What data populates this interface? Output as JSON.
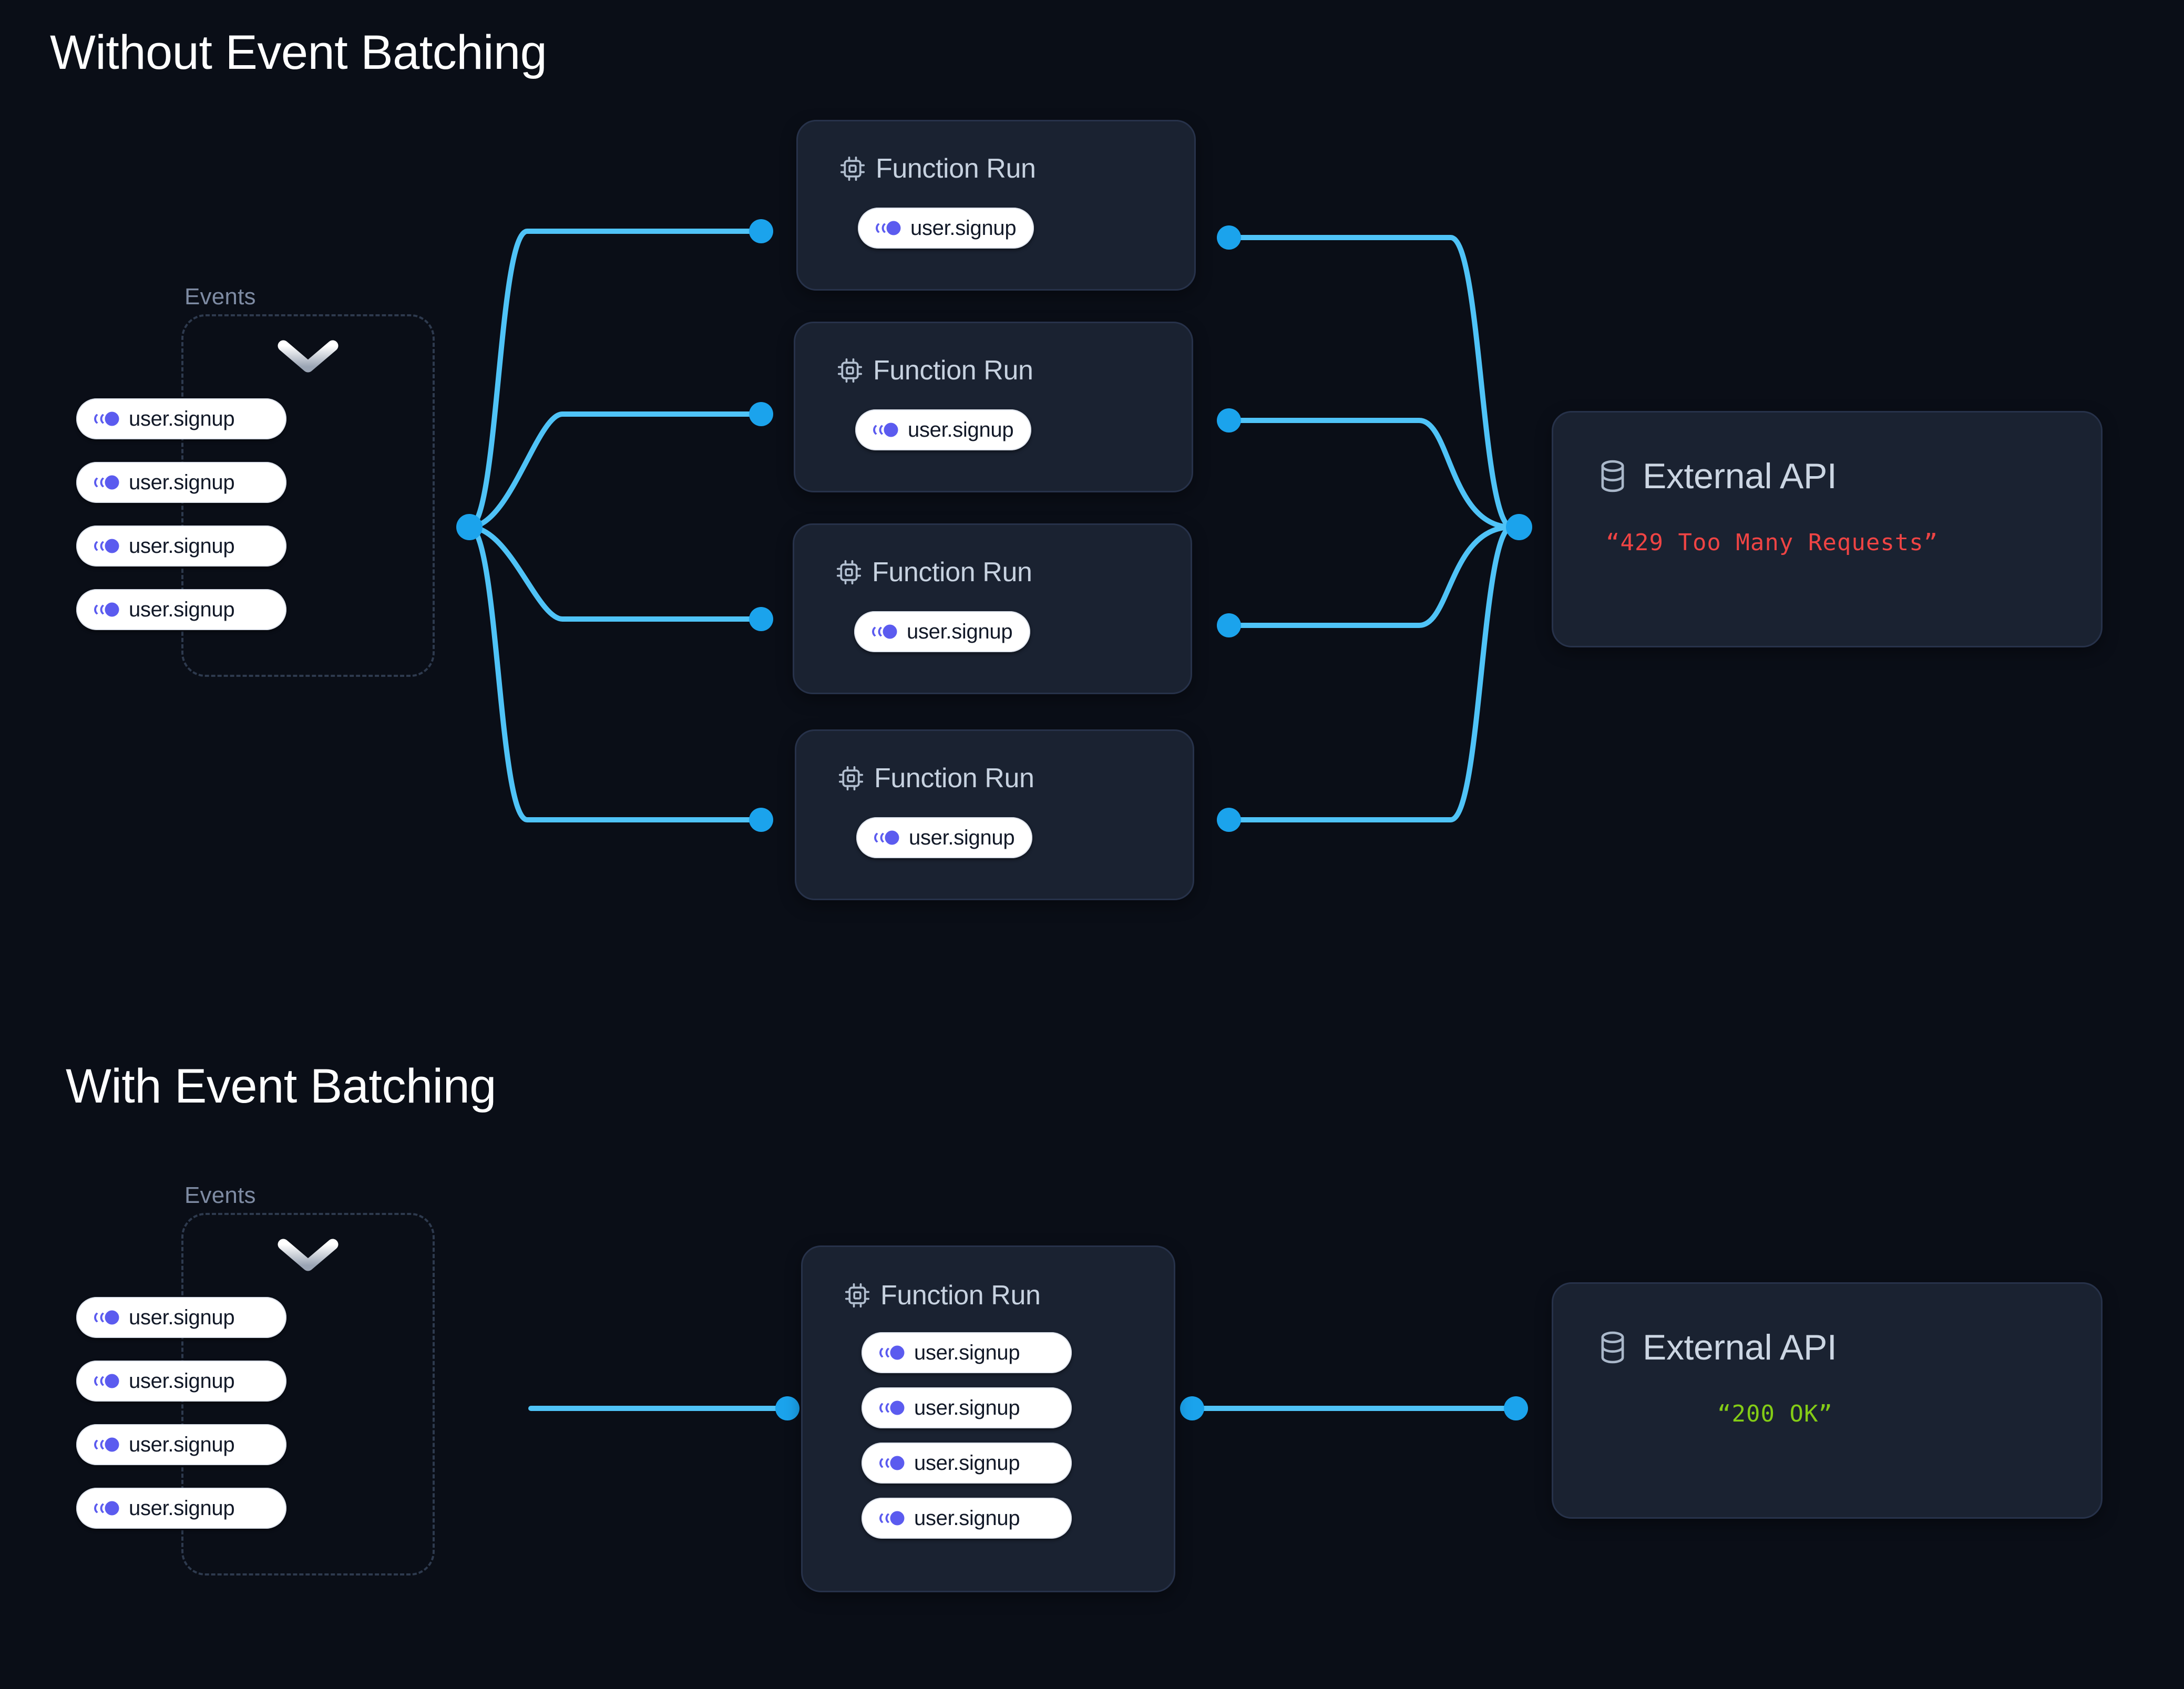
{
  "page": {
    "background": "#0a0e17",
    "accent_line": "#4fc3f7",
    "accent_dot": "#1ba3ec",
    "event_icon_color": "#5b5bef",
    "card_bg": "#1a2231",
    "card_border": "#27324a"
  },
  "sections": [
    {
      "id": "without",
      "title": "Without Event Batching",
      "events": {
        "label": "Events",
        "chevron_icon": "chevron-down-icon",
        "pills": [
          {
            "icon": "event-signal-icon",
            "label": "user.signup"
          },
          {
            "icon": "event-signal-icon",
            "label": "user.signup"
          },
          {
            "icon": "event-signal-icon",
            "label": "user.signup"
          },
          {
            "icon": "event-signal-icon",
            "label": "user.signup"
          }
        ]
      },
      "function_runs": [
        {
          "icon": "chip-icon",
          "title": "Function Run",
          "pills": [
            {
              "icon": "event-signal-icon",
              "label": "user.signup"
            }
          ]
        },
        {
          "icon": "chip-icon",
          "title": "Function Run",
          "pills": [
            {
              "icon": "event-signal-icon",
              "label": "user.signup"
            }
          ]
        },
        {
          "icon": "chip-icon",
          "title": "Function Run",
          "pills": [
            {
              "icon": "event-signal-icon",
              "label": "user.signup"
            }
          ]
        },
        {
          "icon": "chip-icon",
          "title": "Function Run",
          "pills": [
            {
              "icon": "event-signal-icon",
              "label": "user.signup"
            }
          ]
        }
      ],
      "external_api": {
        "icon": "database-icon",
        "title": "External API",
        "status": "“429 Too Many Requests”",
        "status_color": "#ef4444"
      }
    },
    {
      "id": "with",
      "title": "With Event Batching",
      "events": {
        "label": "Events",
        "chevron_icon": "chevron-down-icon",
        "pills": [
          {
            "icon": "event-signal-icon",
            "label": "user.signup"
          },
          {
            "icon": "event-signal-icon",
            "label": "user.signup"
          },
          {
            "icon": "event-signal-icon",
            "label": "user.signup"
          },
          {
            "icon": "event-signal-icon",
            "label": "user.signup"
          }
        ]
      },
      "function_runs": [
        {
          "icon": "chip-icon",
          "title": "Function Run",
          "pills": [
            {
              "icon": "event-signal-icon",
              "label": "user.signup"
            },
            {
              "icon": "event-signal-icon",
              "label": "user.signup"
            },
            {
              "icon": "event-signal-icon",
              "label": "user.signup"
            },
            {
              "icon": "event-signal-icon",
              "label": "user.signup"
            }
          ]
        }
      ],
      "external_api": {
        "icon": "database-icon",
        "title": "External API",
        "status": "“200 OK”",
        "status_color": "#84cc16"
      }
    }
  ]
}
